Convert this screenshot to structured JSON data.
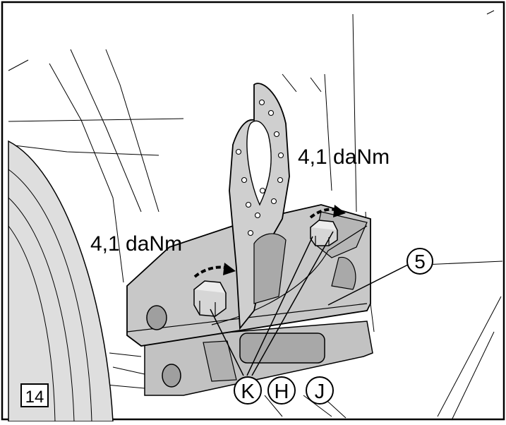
{
  "figure": {
    "figure_number": "14",
    "torque_labels": [
      "4,1 daNm",
      "4,1 daNm"
    ],
    "part_callout": "5",
    "fastener_callouts": [
      "K",
      "H",
      "J"
    ]
  },
  "colors": {
    "line": "#000000",
    "part_fill": "#c8c8c8",
    "part_shadow": "#a9a9a9",
    "bolt_fill": "#d6d6d6",
    "tire_fill": "#dedede",
    "background": "#ffffff"
  }
}
